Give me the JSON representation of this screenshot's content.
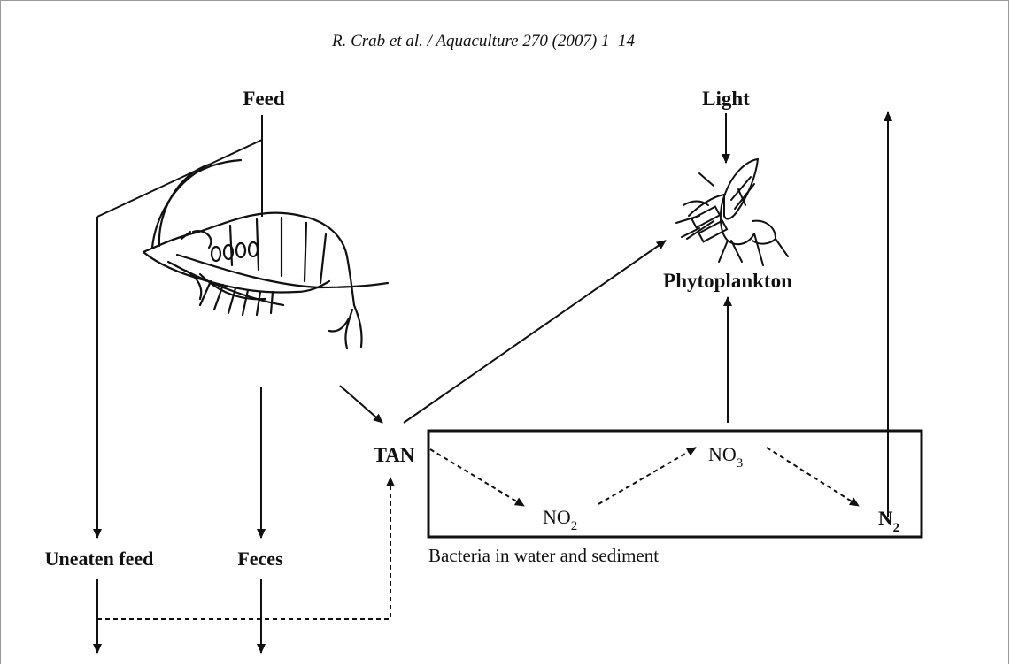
{
  "header": {
    "citation": "R. Crab et al. / Aquaculture 270 (2007) 1–14"
  },
  "labels": {
    "feed": "Feed",
    "light": "Light",
    "phytoplankton": "Phytoplankton",
    "tan": "TAN",
    "no2_base": "NO",
    "no2_sub": "2",
    "no3_base": "NO",
    "no3_sub": "3",
    "n2_base": "N",
    "n2_sub": "2",
    "uneaten_feed": "Uneaten feed",
    "feces": "Feces",
    "bacteria_box": "Bacteria in water and sediment"
  },
  "colors": {
    "line": "#111111",
    "border": "#9a9a9a"
  },
  "icons": [
    "shrimp-illustration",
    "phytoplankton-illustration"
  ]
}
